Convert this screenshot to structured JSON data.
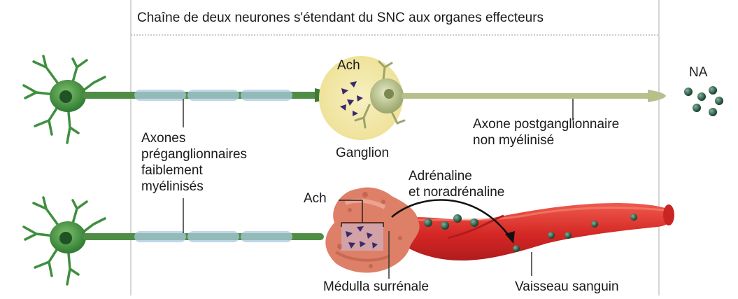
{
  "title": "Chaîne de deux neurones s'étendant du SNC aux organes effecteurs",
  "labels": {
    "ach_top": "Ach",
    "na": "NA",
    "ganglion": "Ganglion",
    "axones_pre_line1": "Axones",
    "axones_pre_line2": "préganglionnaires",
    "axones_pre_line3": "faiblement",
    "axones_pre_line4": "myélinisés",
    "axone_post_line1": "Axone postganglionnaire",
    "axone_post_line2": "non myélinisé",
    "ach_bottom": "Ach",
    "adrenaline_line1": "Adrénaline",
    "adrenaline_line2": "et noradrénaline",
    "medulla": "Médulla surrénale",
    "vaisseau": "Vaisseau sanguin"
  },
  "colors": {
    "neuron_green": "#3f8f3e",
    "axon_green": "#5c9a4e",
    "myelin_blue": "#a9c9df",
    "ganglion_halo": "#f1e6a0",
    "post_neuron": "#b7bf8a",
    "vesicle_purple": "#3a2a6a",
    "na_dots": "#2e5a46",
    "gland": "#de7f68",
    "vessel": "#d62a28"
  }
}
